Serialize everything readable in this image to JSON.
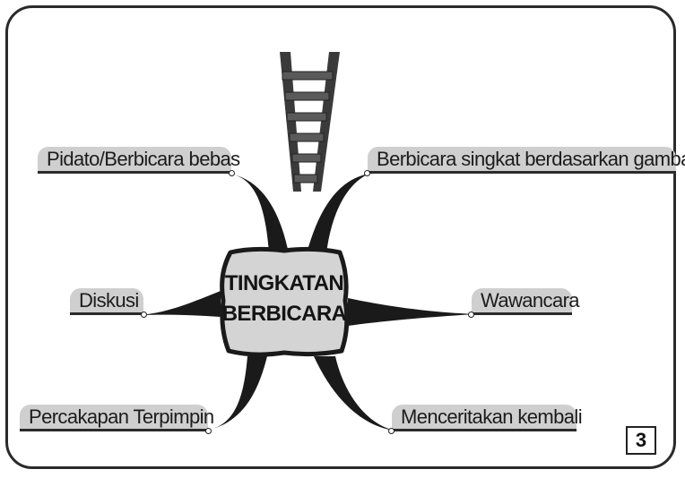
{
  "diagram": {
    "center_label_line1": "TINGKATAN",
    "center_label_line2": "BERBICARA",
    "branches": [
      {
        "label": "Pidato/Berbicara bebas"
      },
      {
        "label": "Berbicara singkat berdasarkan gambar"
      },
      {
        "label": "Diskusi"
      },
      {
        "label": "Wawancara"
      },
      {
        "label": "Percakapan Terpimpin"
      },
      {
        "label": "Menceritakan kembali"
      }
    ],
    "image_icon": "ladder-icon"
  },
  "page_number": "3",
  "colors": {
    "label_background": "#cfcfcf",
    "center_background": "#d4d4d4",
    "connector": "#1a1a1a",
    "frame_border": "#2a2a2a"
  }
}
